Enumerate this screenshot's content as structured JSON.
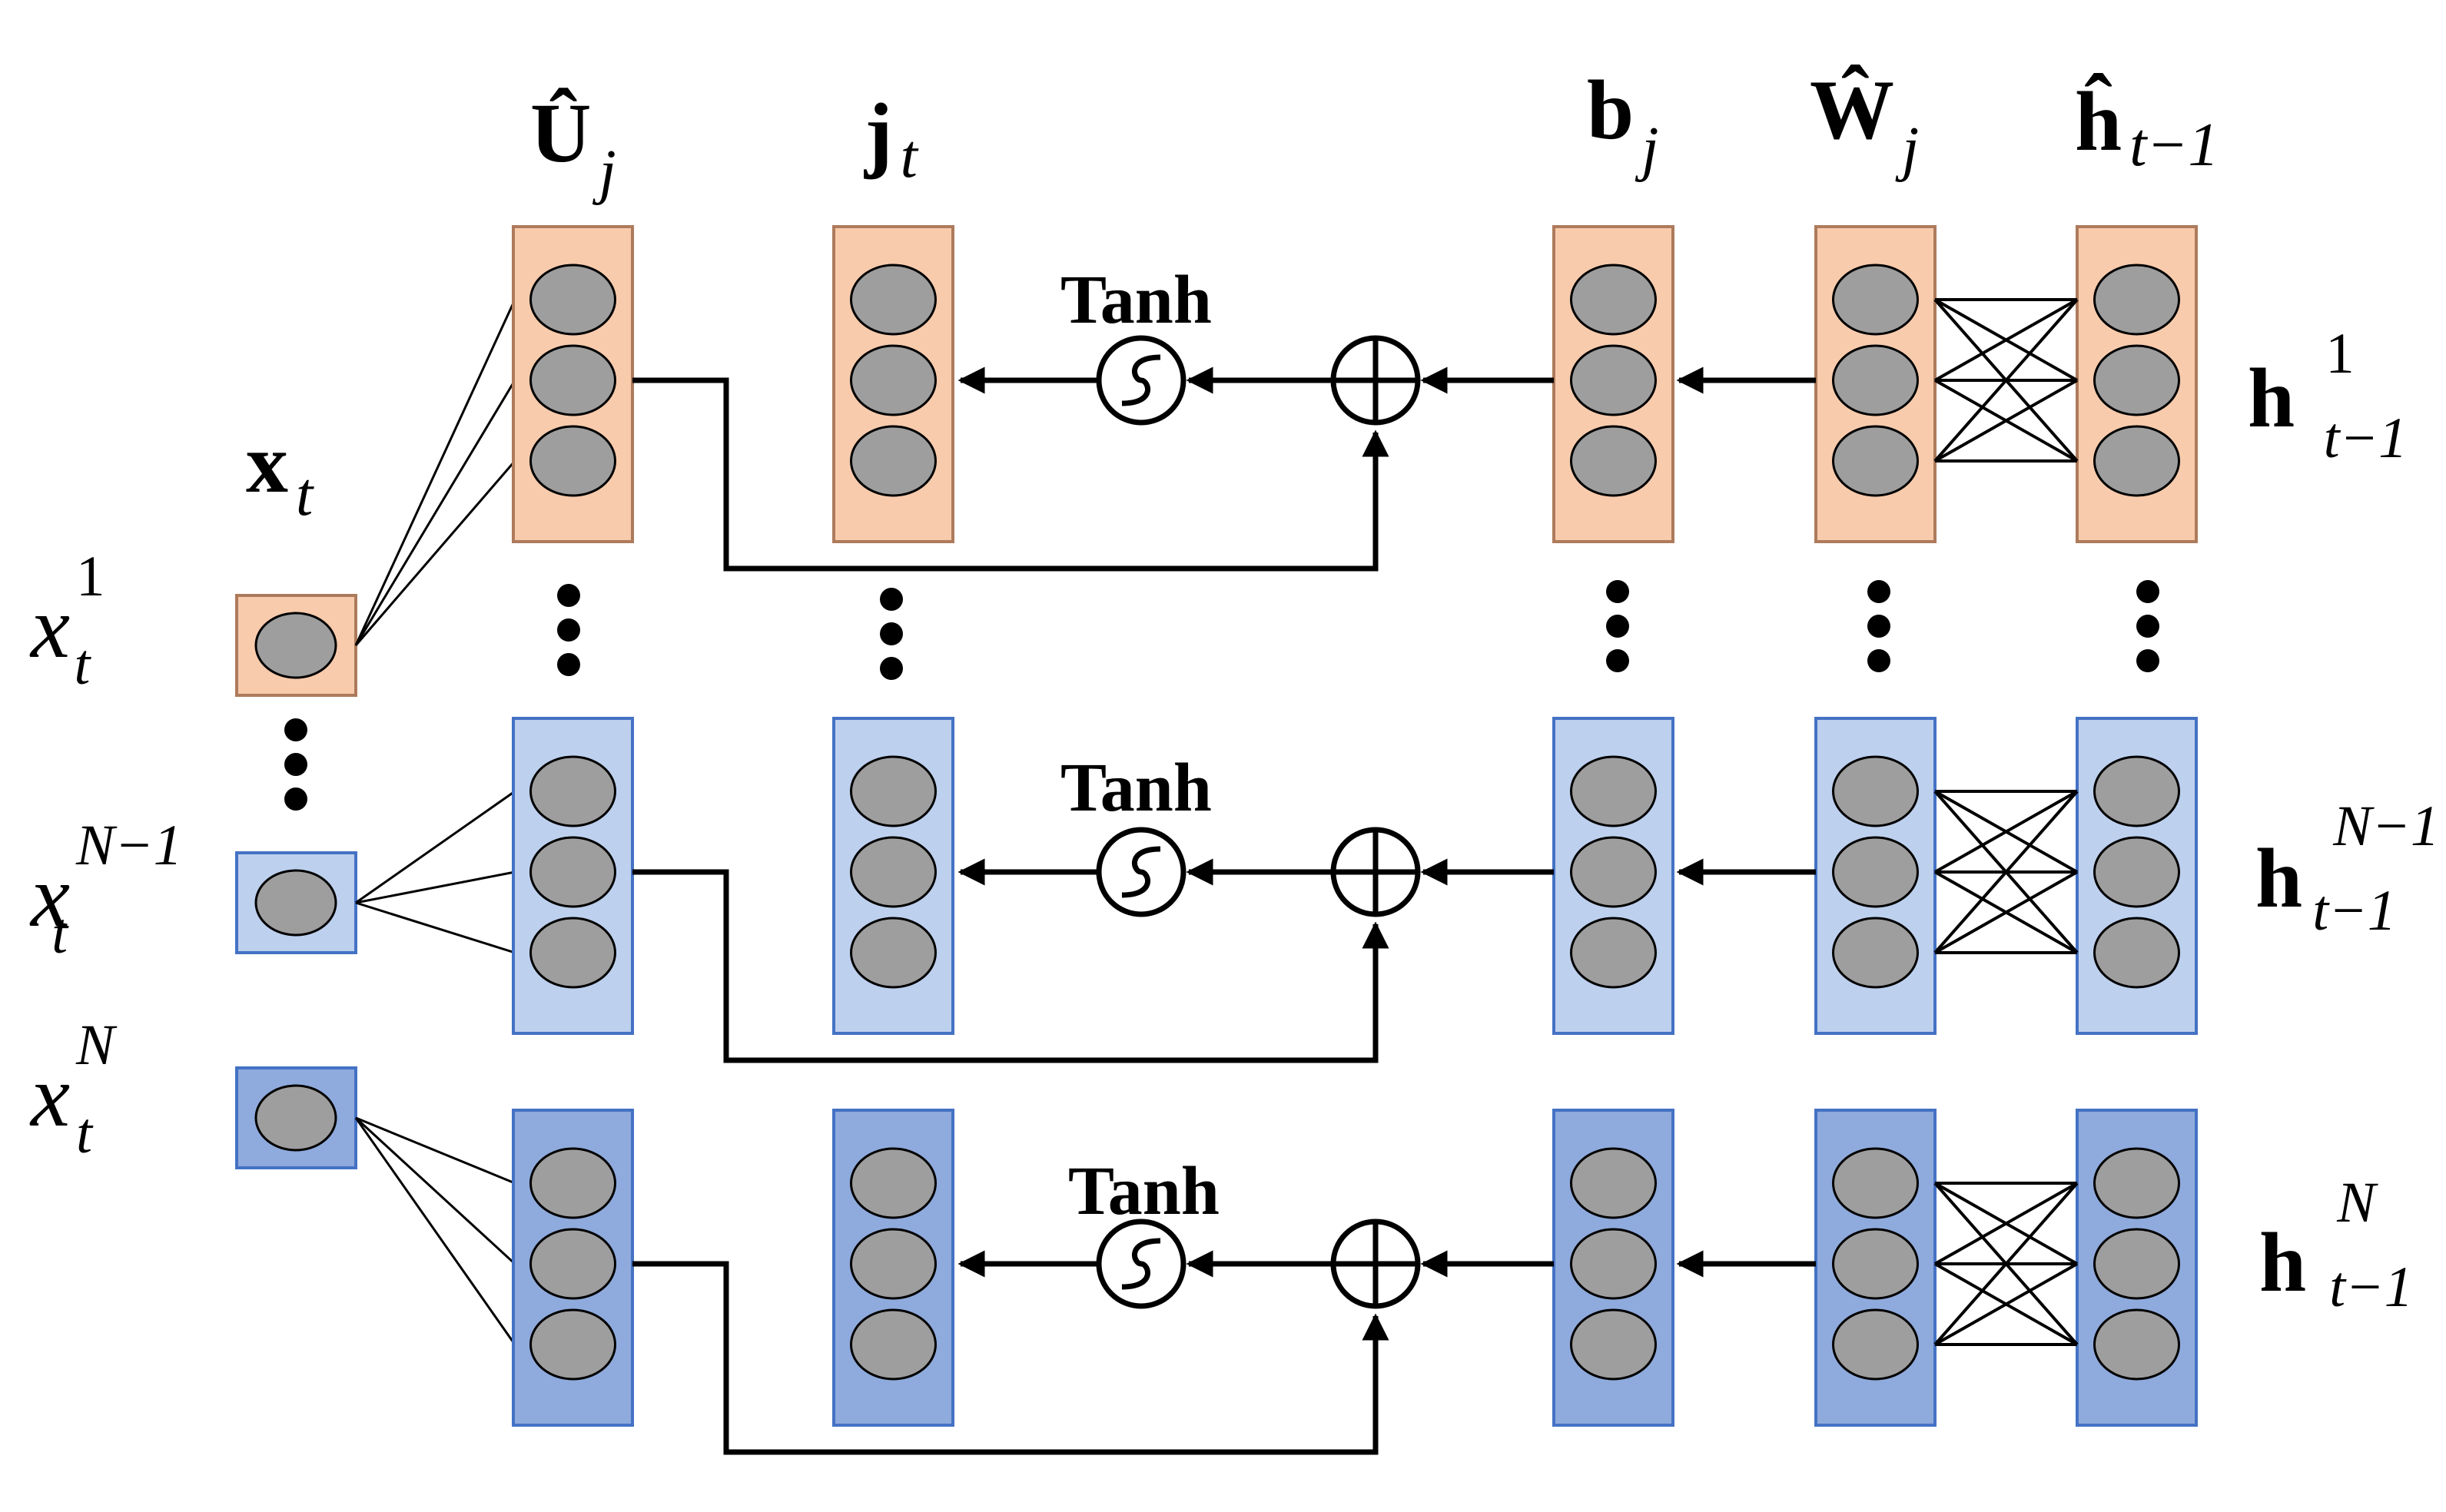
{
  "colors": {
    "peach": "#f8cbad",
    "light_blue": "#bdd0ee",
    "medium_blue": "#8faadc",
    "box_stroke": "#4472c4",
    "box_stroke_peach": "#ad7b5c",
    "node_fill": "#9e9e9e",
    "line": "#000000"
  },
  "column_headers": {
    "U": {
      "base": "Û",
      "sub": "j"
    },
    "J": {
      "base": "j",
      "sub": "t"
    },
    "B": {
      "base": "b",
      "sub": "j"
    },
    "W": {
      "base": "Ŵ",
      "sub": "j"
    },
    "H": {
      "base": "ĥ",
      "sub": "t−1"
    }
  },
  "input_header": {
    "base": "x",
    "sub": "t"
  },
  "inputs": [
    {
      "base": "x",
      "sub": "t",
      "sup": "1"
    },
    {
      "base": "x",
      "sub": "t",
      "sup": "N−1"
    },
    {
      "base": "x",
      "sub": "t",
      "sup": "N"
    }
  ],
  "hidden_labels": [
    {
      "base": "h",
      "sub": "t−1",
      "sup": "1"
    },
    {
      "base": "h",
      "sub": "t−1",
      "sup": "N−1"
    },
    {
      "base": "h",
      "sub": "t−1",
      "sup": "N"
    }
  ],
  "activation_label": "Tanh",
  "rows": [
    {
      "id": "row-1",
      "color": "peach"
    },
    {
      "id": "row-n-minus-1",
      "color": "light_blue"
    },
    {
      "id": "row-n",
      "color": "medium_blue"
    }
  ]
}
